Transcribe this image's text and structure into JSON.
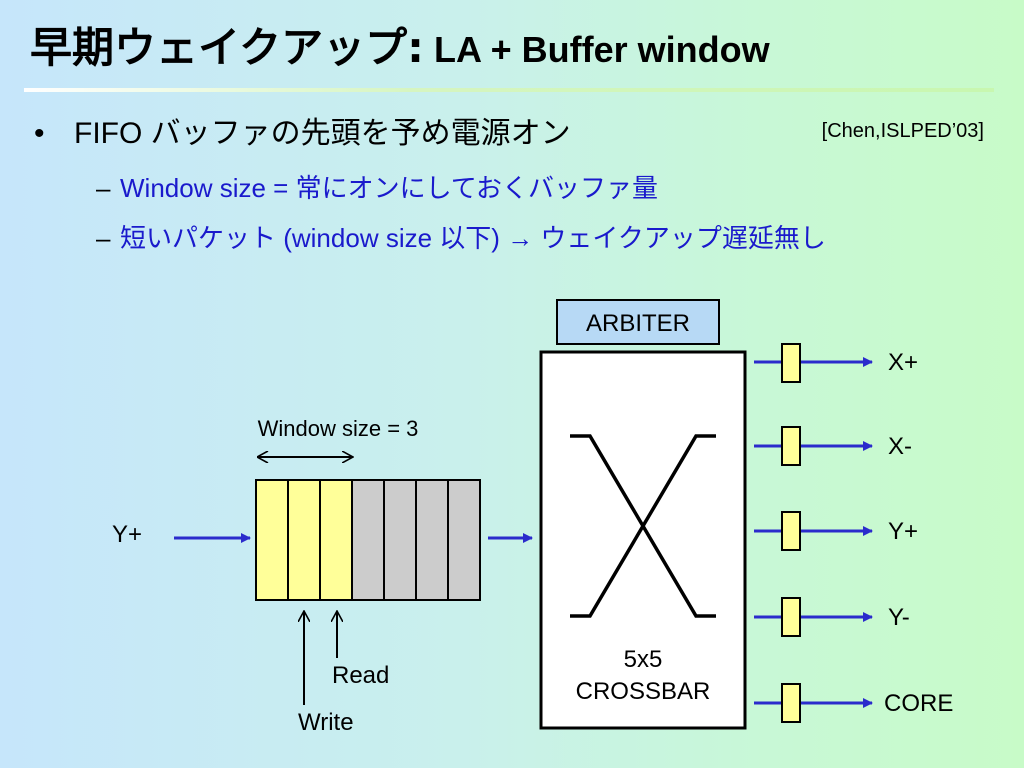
{
  "title": {
    "jp": "早期ウェイクアップ:",
    "en": " LA + Buffer window"
  },
  "citation": "[Chen,ISLPED’03]",
  "bullet": {
    "marker": "•",
    "text": "FIFO バッファの先頭を予め電源オン"
  },
  "subbullets": [
    {
      "dash": "–",
      "text": "Window size = 常にオンにしておくバッファ量"
    },
    {
      "dash": "–",
      "text": "短いパケット (window size 以下) → ウェイクアップ遅延無し"
    }
  ],
  "diagram": {
    "window_label": "Window size = 3",
    "input_label": "Y+",
    "read_label": "Read",
    "write_label": "Write",
    "arbiter_label": "ARBITER",
    "crossbar_label_1": "5x5",
    "crossbar_label_2": "CROSSBAR",
    "outputs": [
      "X+",
      "X-",
      "Y+",
      "Y-",
      "CORE"
    ],
    "buffer_slots_on": 3,
    "buffer_slots_total": 7,
    "colors": {
      "slot_on": "#ffff99",
      "slot_off": "#cccccc",
      "arrow": "#2b2bcc",
      "port": "#ffff99"
    }
  }
}
